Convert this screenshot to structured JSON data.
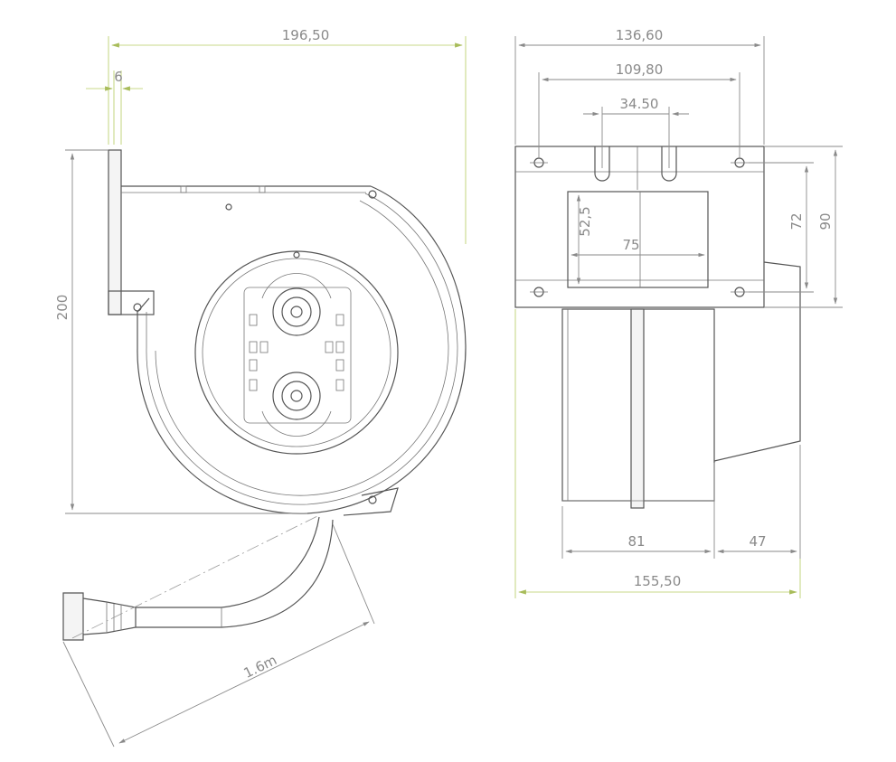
{
  "colors": {
    "outline": "#555555",
    "dimension_gray": "#8a8a8a",
    "dimension_green": "#c8d88a",
    "background": "#ffffff"
  },
  "front_view": {
    "overall_width": "196,50",
    "flange_thickness": "6",
    "height": "200",
    "cable_length": "1.6m"
  },
  "side_view": {
    "flange_width": "136,60",
    "hole_spacing_outer": "109,80",
    "hole_spacing_inner": "34.50",
    "outlet_height": "52,5",
    "outlet_width": "75",
    "hole_spacing_vertical": "72",
    "flange_height": "90",
    "housing_depth": "81",
    "motor_depth": "47",
    "overall_depth": "155,50"
  }
}
